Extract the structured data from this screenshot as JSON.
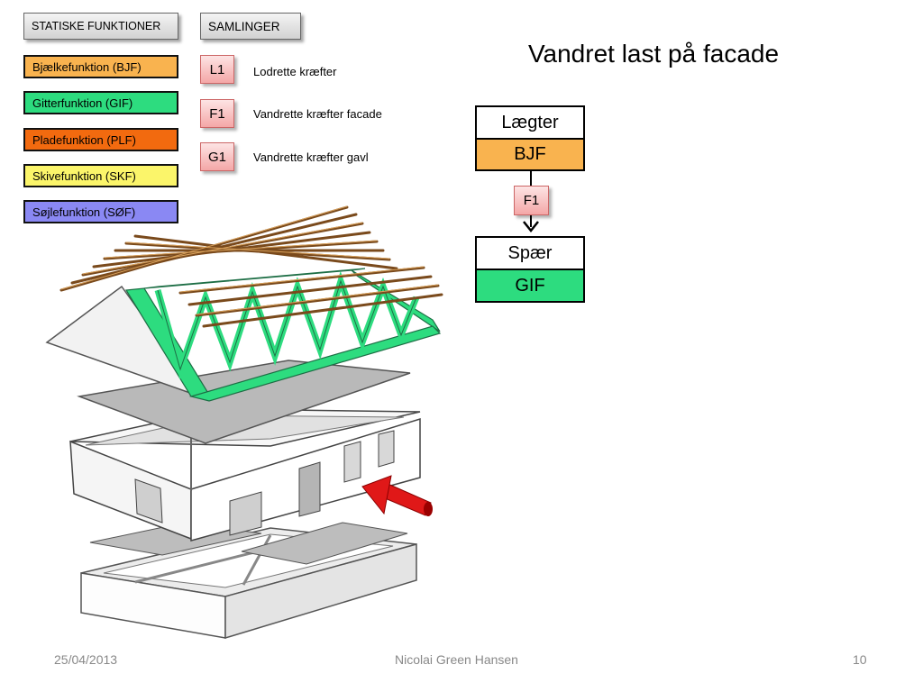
{
  "legend": {
    "header": "STATISKE FUNKTIONER",
    "items": [
      {
        "label": "Bjælkefunktion (BJF)",
        "color": "#f9b34f"
      },
      {
        "label": "Gitterfunktion (GIF)",
        "color": "#2ddc7f"
      },
      {
        "label": "Pladefunktion (PLF)",
        "color": "#f26a0f"
      },
      {
        "label": "Skivefunktion (SKF)",
        "color": "#fbf56a"
      },
      {
        "label": "Søjlefunktion (SØF)",
        "color": "#8a88f3"
      }
    ]
  },
  "joints": {
    "header": "SAMLINGER",
    "items": [
      {
        "code": "L1",
        "label": "Lodrette kræfter"
      },
      {
        "code": "F1",
        "label": "Vandrette kræfter facade"
      },
      {
        "code": "G1",
        "label": "Vandrette kræfter gavl"
      }
    ]
  },
  "title": "Vandret last på facade",
  "flow": {
    "top": {
      "name": "Lægter",
      "func": "BJF",
      "func_color": "#f9b34f"
    },
    "joint": "F1",
    "bottom": {
      "name": "Spær",
      "func": "GIF",
      "func_color": "#2ddc7f"
    }
  },
  "footer": {
    "date": "25/04/2013",
    "author": "Nicolai Green Hansen",
    "page": "10"
  }
}
